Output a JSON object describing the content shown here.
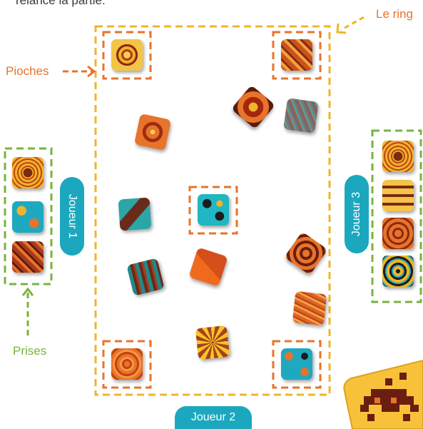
{
  "intro_text": "relance la partie.",
  "labels": {
    "ring": "Le ring",
    "pioches": "Pioches",
    "prises": "Prises"
  },
  "players": {
    "p1": "Joueur 1",
    "p2": "Joueur 2",
    "p3": "Joueur 3"
  },
  "colors": {
    "ring_border": "#f0b428",
    "pioche_border": "#e8732a",
    "prise_border": "#78b43c",
    "player_pill": "#1ba8bf",
    "arrow_ring": "#f0b428",
    "arrow_pioche": "#e8732a",
    "arrow_prise": "#78b43c"
  },
  "cards": [
    {
      "id": "pioche-top-left",
      "style": "mandala-yellow"
    },
    {
      "id": "pioche-top-right",
      "style": "orange-mosaic"
    },
    {
      "id": "pioche-center",
      "style": "teal-paisley"
    },
    {
      "id": "pioche-bottom-left",
      "style": "orange-sunburst"
    },
    {
      "id": "pioche-bottom-right",
      "style": "teal-circles"
    },
    {
      "id": "ring-card-1",
      "style": "red-swirl"
    },
    {
      "id": "ring-card-2",
      "style": "grey-speckle"
    },
    {
      "id": "ring-card-3",
      "style": "orange-star"
    },
    {
      "id": "ring-card-4",
      "style": "teal-brown"
    },
    {
      "id": "ring-card-5",
      "style": "teal-stripe"
    },
    {
      "id": "ring-card-6",
      "style": "orange-feather"
    },
    {
      "id": "ring-card-7",
      "style": "orange-spiral"
    },
    {
      "id": "ring-card-8",
      "style": "orange-lines"
    },
    {
      "id": "ring-card-9",
      "style": "yellow-burst"
    },
    {
      "id": "prise-p1-1",
      "style": "yellow-dots"
    },
    {
      "id": "prise-p1-2",
      "style": "teal-circles"
    },
    {
      "id": "prise-p1-3",
      "style": "red-weave"
    },
    {
      "id": "prise-p3-1",
      "style": "yellow-dots"
    },
    {
      "id": "prise-p3-2",
      "style": "yellow-squares"
    },
    {
      "id": "prise-p3-3",
      "style": "orange-paisley"
    },
    {
      "id": "prise-p3-4",
      "style": "yellow-teal-ovals"
    }
  ]
}
